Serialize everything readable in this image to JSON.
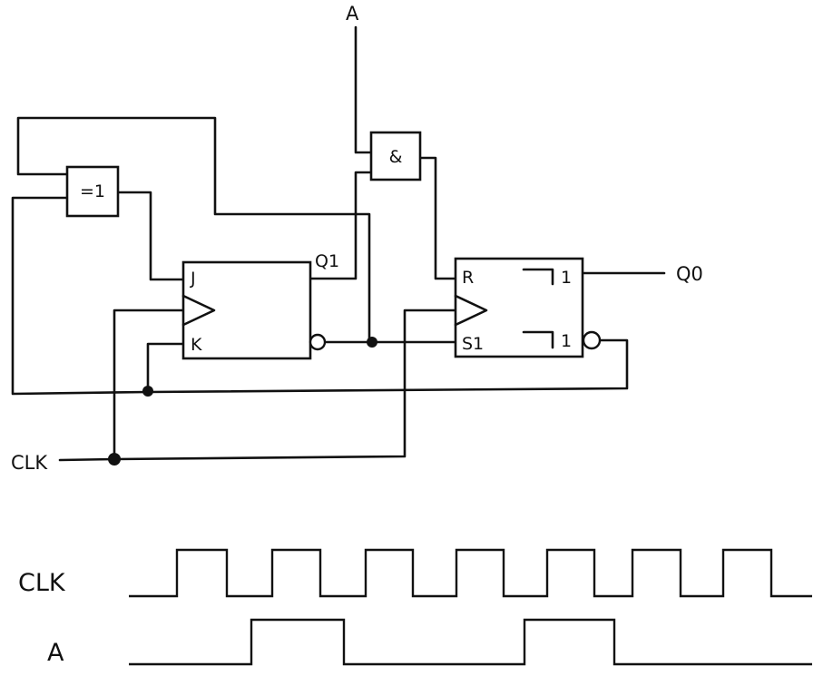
{
  "signals": {
    "input_a": "A",
    "clock": "CLK",
    "output_q0": "Q0"
  },
  "gates": {
    "xor_gate": "=1",
    "and_gate": "&"
  },
  "jk_flipflop": {
    "j": "J",
    "k": "K",
    "q": "Q1"
  },
  "rs_flipflop": {
    "r": "R",
    "s": "S1",
    "q_top": "1",
    "q_bottom": "1"
  },
  "timing": {
    "clk_label": "CLK",
    "a_label": "A",
    "clk_pulses": 7,
    "a_pulses": 2
  }
}
